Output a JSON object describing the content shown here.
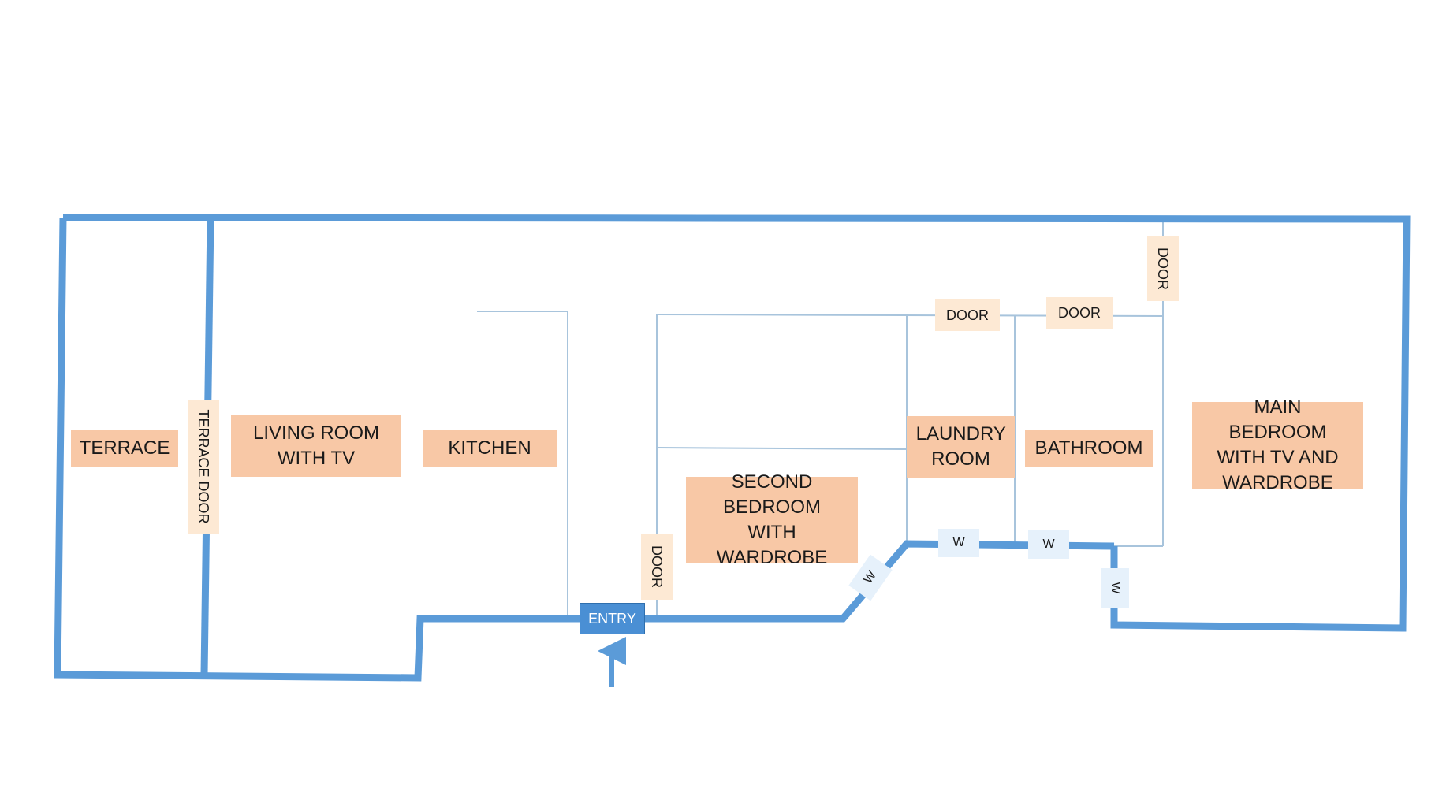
{
  "colors": {
    "wall": "#5b9bd8",
    "thin_wall": "#a8c4dc",
    "room_fill": "#f8c8a6",
    "door_fill": "#fde9d4",
    "window_fill": "#e6f1fb",
    "entry_fill": "#4a8fd4"
  },
  "rooms": {
    "terrace": "TERRACE",
    "living_room": "LIVING ROOM WITH TV",
    "kitchen": "KITCHEN",
    "second_bedroom": "SECOND BEDROOM WITH WARDROBE",
    "laundry_room": "LAUNDRY ROOM",
    "bathroom": "BATHROOM",
    "main_bedroom": "MAIN BEDROOM WITH TV AND WARDROBE"
  },
  "doors": {
    "terrace_door": "TERRACE DOOR",
    "second_bedroom_door": "DOOR",
    "laundry_door": "DOOR",
    "bathroom_door": "DOOR",
    "main_bedroom_door": "DOOR"
  },
  "windows": {
    "w1": "W",
    "w2": "W",
    "w3": "W",
    "w4": "W"
  },
  "entry": {
    "label": "ENTRY",
    "arrow_icon": "up-arrow-icon"
  }
}
